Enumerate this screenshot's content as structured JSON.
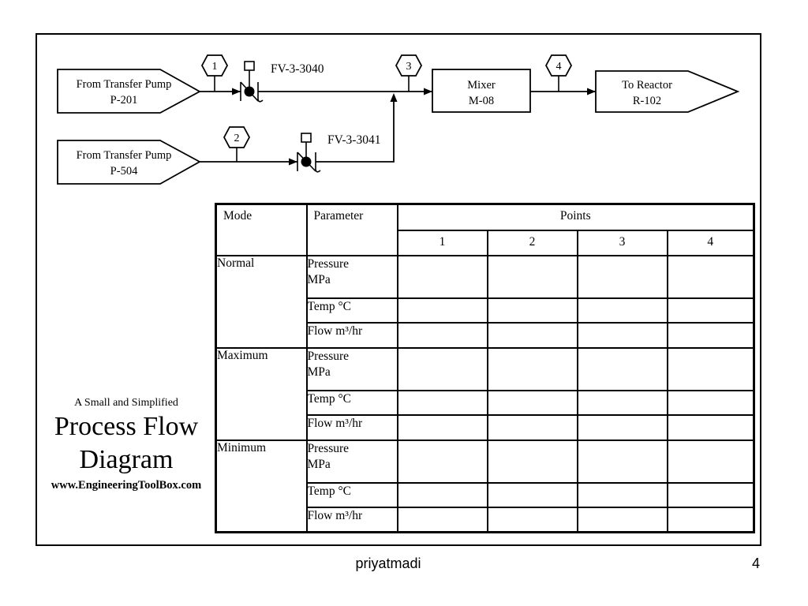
{
  "slide": {
    "background": "#ffffff",
    "line_color": "#000000"
  },
  "diagram": {
    "sources": [
      {
        "name_line1": "From Transfer Pump",
        "name_line2": "P-201"
      },
      {
        "name_line1": "From Transfer Pump",
        "name_line2": "P-504"
      }
    ],
    "control_valves": [
      {
        "tag": "FV-3-3040"
      },
      {
        "tag": "FV-3-3041"
      }
    ],
    "stream_points": [
      "1",
      "2",
      "3",
      "4"
    ],
    "mixer": {
      "name_line1": "Mixer",
      "name_line2": "M-08"
    },
    "destination": {
      "name_line1": "To Reactor",
      "name_line2": "R-102"
    }
  },
  "caption": {
    "subtitle": "A Small and Simplified",
    "title_line1": "Process Flow",
    "title_line2": "Diagram",
    "website": "www.EngineeringToolBox.com"
  },
  "table": {
    "headers": {
      "mode": "Mode",
      "parameter": "Parameter",
      "points": "Points",
      "point_columns": [
        "1",
        "2",
        "3",
        "4"
      ]
    },
    "groups": [
      {
        "mode": "Normal",
        "parameters": [
          "Pressure\nMPa",
          "Temp °C",
          "Flow m³/hr"
        ]
      },
      {
        "mode": "Maximum",
        "parameters": [
          "Pressure\nMPa",
          "Temp °C",
          "Flow m³/hr"
        ]
      },
      {
        "mode": "Minimum",
        "parameters": [
          "Pressure\nMPa",
          "Temp °C",
          "Flow m³/hr"
        ]
      }
    ]
  },
  "footer": {
    "author": "priyatmadi",
    "page_number": "4"
  }
}
